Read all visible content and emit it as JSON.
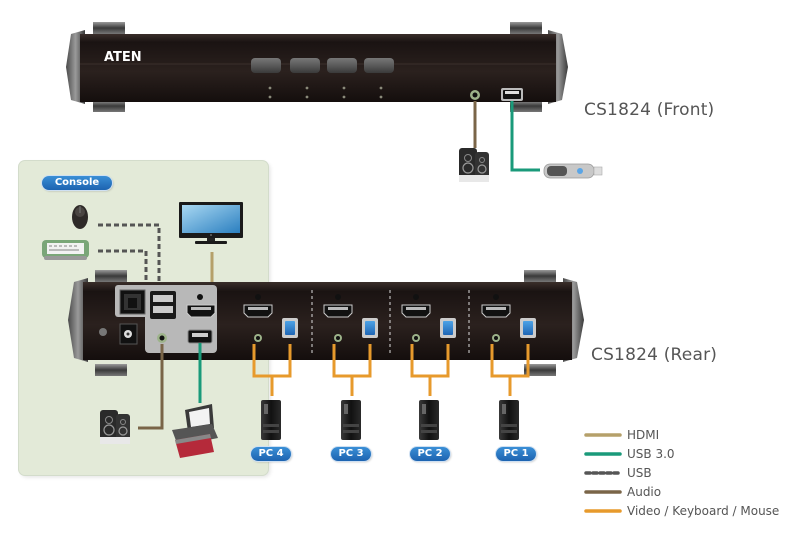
{
  "devices": {
    "front": {
      "label": "CS1824 (Front)",
      "brand": "ATEN",
      "selector_buttons": 4
    },
    "rear": {
      "label": "CS1824 (Rear)"
    }
  },
  "console": {
    "title": "Console"
  },
  "pcs": [
    {
      "label": "PC 4"
    },
    {
      "label": "PC 3"
    },
    {
      "label": "PC 2"
    },
    {
      "label": "PC 1"
    }
  ],
  "legend": [
    {
      "label": "HDMI",
      "color": "#b5a06a",
      "style": "solid"
    },
    {
      "label": "USB 3.0",
      "color": "#1a9a7a",
      "style": "solid"
    },
    {
      "label": "USB",
      "color": "#555555",
      "style": "dashed"
    },
    {
      "label": "Audio",
      "color": "#7a6548",
      "style": "solid"
    },
    {
      "label": "Video / Keyboard / Mouse",
      "color": "#e79a2c",
      "style": "solid"
    }
  ],
  "icons": [
    "speakers-icon",
    "usb-flash-drive-icon",
    "mouse-icon",
    "keyboard-icon",
    "monitor-icon",
    "printer-icon",
    "pc-tower-icon"
  ]
}
